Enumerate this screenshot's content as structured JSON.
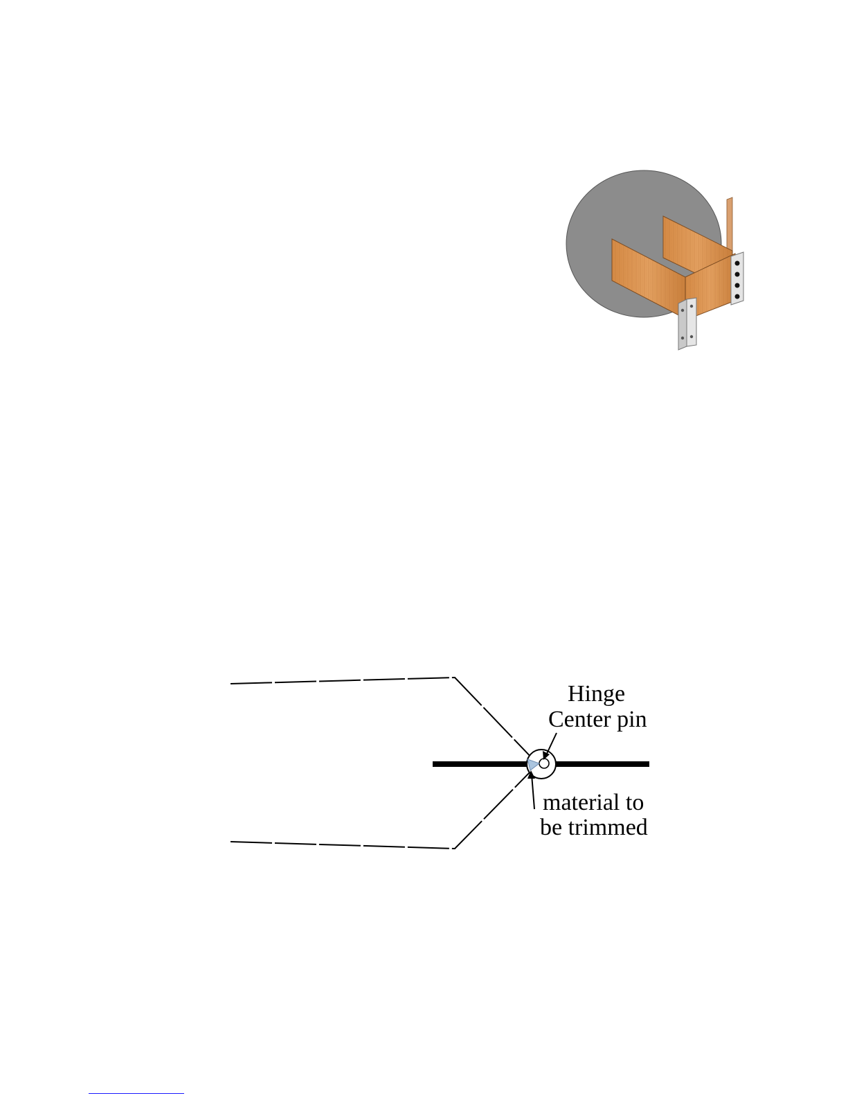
{
  "hinge_diagram": {
    "label_line_1": "Hinge",
    "label_line_2": "Center pin",
    "label_line_3": "material to",
    "label_line_4": "be trimmed"
  },
  "colors": {
    "disc_gray": "#8c8c8c",
    "wood_panel": "#d9924a",
    "wood_panel_dark": "#c07a38",
    "metal_bracket": "#d8d8d8",
    "bolt_black": "#111111",
    "footnote_rule": "#1a1aff"
  }
}
